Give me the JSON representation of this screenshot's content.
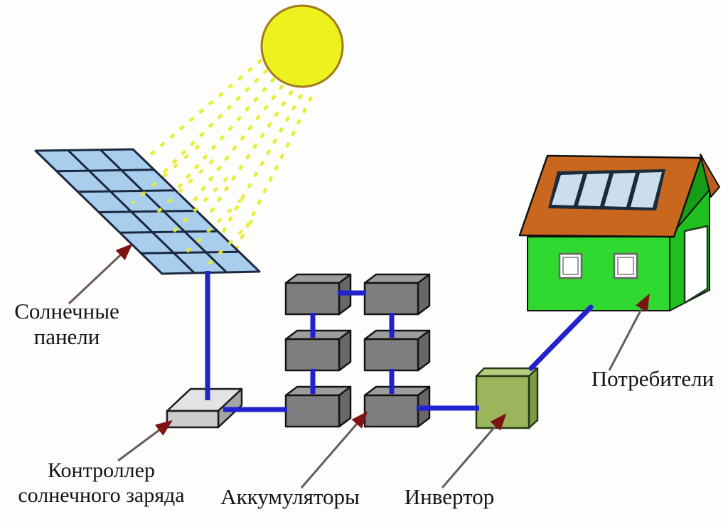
{
  "diagram": {
    "type": "solar-power-system-schematic",
    "labels": {
      "solar_panels": "Солнечные панели",
      "charge_controller": "Контроллер солнечного заряда",
      "batteries": "Аккумуляторы",
      "inverter": "Инвертор",
      "consumers": "Потребители"
    },
    "components": [
      "sun",
      "solar-panel-array (3x6 cells)",
      "charge-controller",
      "battery-bank (6 batteries, 2 columns x 3 rows)",
      "inverter",
      "house-with-roof-solar-panels (consumers)"
    ],
    "connections": [
      "sun -> solar panels (dashed rays)",
      "solar panels -> charge controller",
      "charge controller -> battery (bottom-left)",
      "battery chain: bottom-left -> middle-left -> top-left -> top-right -> middle-right -> bottom-right",
      "battery (bottom-right) -> inverter",
      "inverter -> house (consumers)"
    ],
    "colors": {
      "sun_fill": "#edf11d",
      "sun_border": "#a3791c",
      "ray_yellow": "#e7ee33",
      "panel_blue": "#a9cdec",
      "panel_grid": "#1a2940",
      "wire_blue": "#2121cf",
      "battery_gray": "#7e7e7e",
      "controller_gray": "#cccccc",
      "inverter_green": "#9bb55d",
      "house_wall_green": "#2fd92f",
      "house_side_green": "#21c021",
      "roof_orange": "#c9671f",
      "roof_panel_blue": "#cadeee",
      "arrow_head_red": "#7c1414",
      "arrow_shaft": "#6a5a5a",
      "label_text": "#141414"
    }
  }
}
